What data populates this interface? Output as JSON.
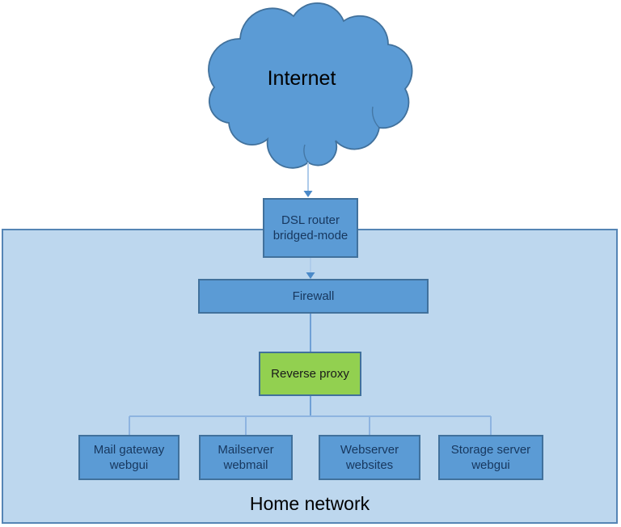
{
  "diagram": {
    "cloud": {
      "label": "Internet"
    },
    "container": {
      "label": "Home network"
    },
    "nodes": {
      "dsl_router": {
        "line1": "DSL router",
        "line2": "bridged-mode"
      },
      "firewall": {
        "label": "Firewall"
      },
      "reverse_proxy": {
        "label": "Reverse proxy"
      },
      "mail_gateway": {
        "line1": "Mail gateway",
        "line2": "webgui"
      },
      "mailserver": {
        "line1": "Mailserver",
        "line2": "webmail"
      },
      "webserver": {
        "line1": "Webserver",
        "line2": "websites"
      },
      "storage_server": {
        "line1": "Storage server",
        "line2": "webgui"
      }
    },
    "colors": {
      "node_fill": "#5B9BD5",
      "node_border": "#41719C",
      "proxy_fill": "#92D050",
      "proxy_text": "#1A1A1A",
      "container_fill": "#BDD7EE",
      "container_border": "#5585B5",
      "connector_light": "#AECBEA",
      "connector_medium": "#6FA0D6",
      "connector_tree": "#8EB4E0",
      "arrowhead": "#4A89C8",
      "node_text": "#17375E",
      "title_text": "#000000"
    }
  }
}
